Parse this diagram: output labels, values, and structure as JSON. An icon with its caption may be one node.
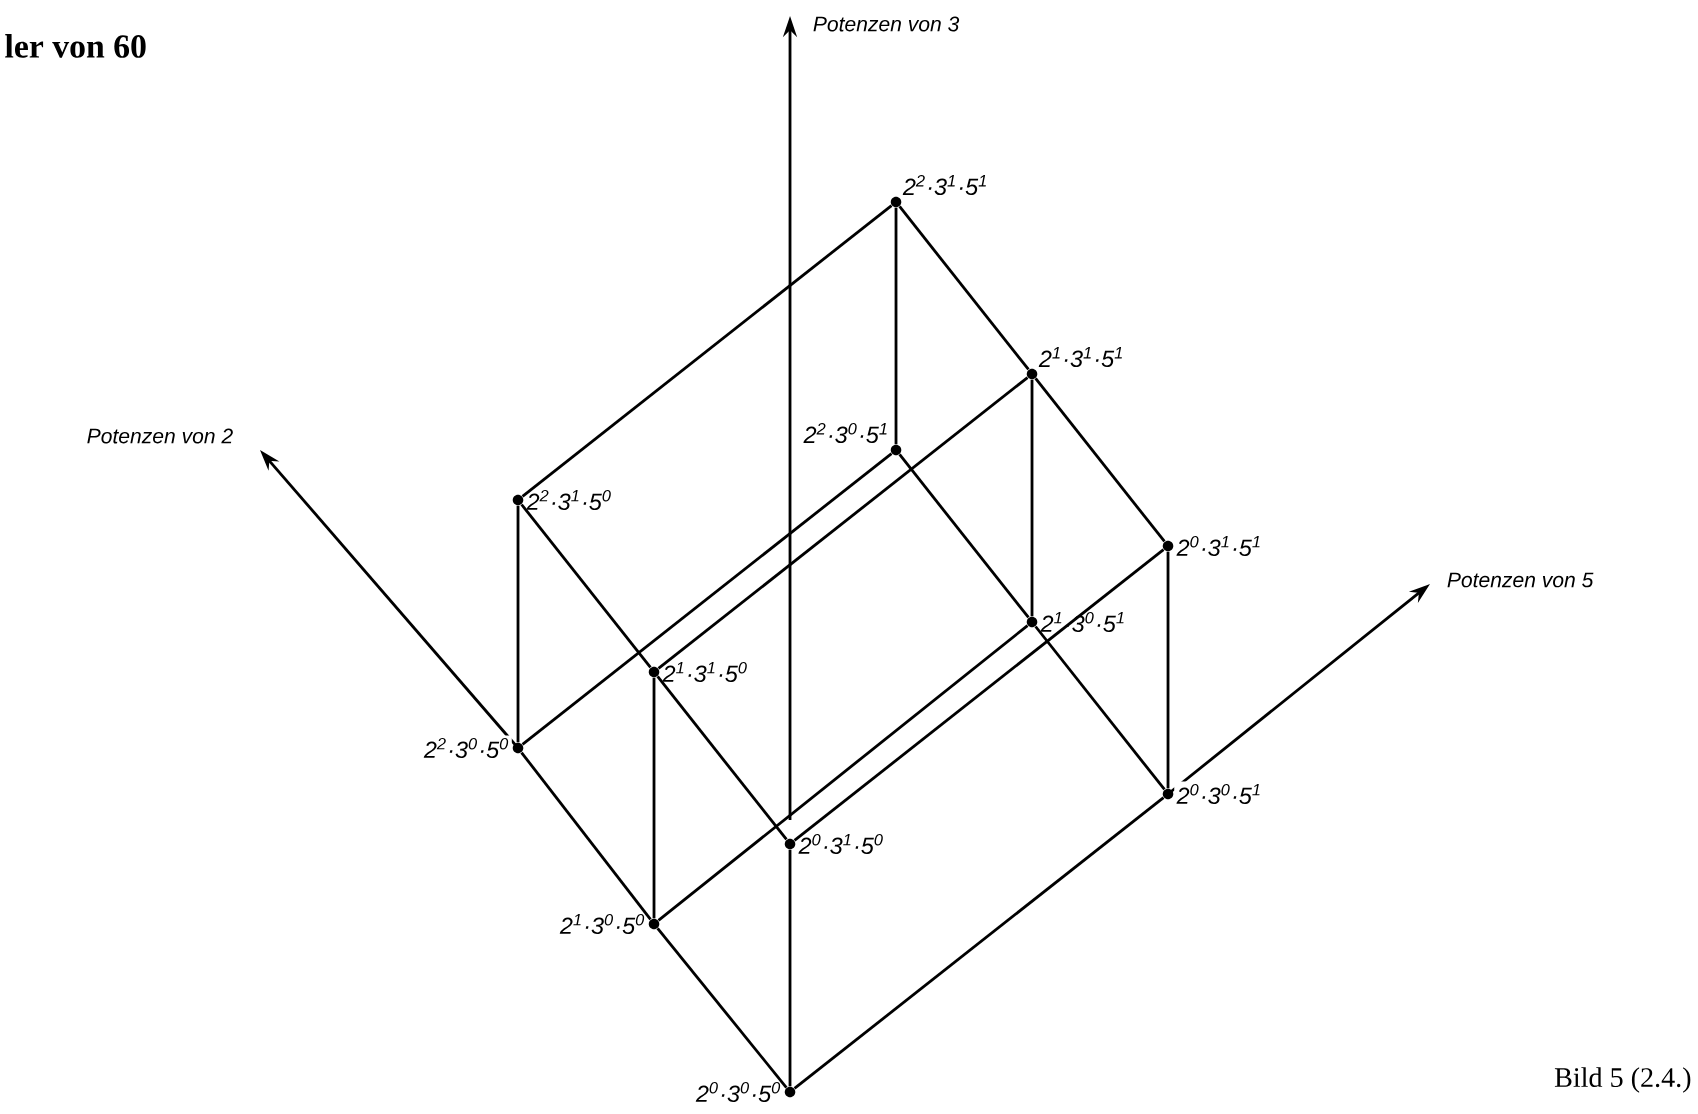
{
  "diagram": {
    "title": "ler von 60",
    "caption": "Bild 5 (2.4.)",
    "nodes": [
      {
        "text": [
          "2$^{2}$·3$^{1}$·5$^{1}$"
        ]
      },
      {
        "text": [
          "2$^{1}$·3$^{1}$·5$^{1}$"
        ]
      },
      {
        "text": [
          "2$^{2}$·3$^{1}$·5$^{0}$"
        ]
      },
      {
        "text": [
          "2$^{2}$·3$^{0}$·5$^{1}$"
        ]
      },
      {
        "text": [
          "2$^{0}$·3$^{1}$·5$^{1}$"
        ]
      },
      {
        "text": [
          "2$^{1}$·3$^{0}$·5$^{1}$"
        ]
      },
      {
        "text": [
          "2$^{1}$·3$^{1}$·5$^{0}$"
        ]
      },
      {
        "text": [
          "2$^{2}$·3$^{0}$·5$^{0}$"
        ]
      },
      {
        "text": [
          "2$^{0}$·3$^{0}$·5$^{1}$"
        ]
      },
      {
        "text": [
          "2$^{0}$·3$^{1}$·5$^{0}$"
        ]
      },
      {
        "text": [
          "2$^{1}$·3$^{0}$·5$^{0}$"
        ]
      },
      {
        "text": [
          "2$^{0}$·3$^{0}$·5$^{0}$"
        ]
      }
    ],
    "edges": [
      {
        "from": 0,
        "to": 1,
        "arrow": "none"
      },
      {
        "from": 1,
        "to": 4,
        "arrow": "none"
      },
      {
        "from": 2,
        "to": 6,
        "arrow": "none"
      },
      {
        "from": 6,
        "to": 9,
        "arrow": "none"
      },
      {
        "from": 3,
        "to": 5,
        "arrow": "none"
      },
      {
        "from": 5,
        "to": 8,
        "arrow": "none"
      },
      {
        "from": 7,
        "to": 10,
        "arrow": "none"
      },
      {
        "from": 10,
        "to": 11,
        "arrow": "none"
      },
      {
        "from": 0,
        "to": 3,
        "arrow": "none"
      },
      {
        "from": 1,
        "to": 5,
        "arrow": "none"
      },
      {
        "from": 4,
        "to": 8,
        "arrow": "none"
      },
      {
        "from": 2,
        "to": 7,
        "arrow": "none"
      },
      {
        "from": 6,
        "to": 10,
        "arrow": "none"
      },
      {
        "from": 9,
        "to": 11,
        "arrow": "none"
      },
      {
        "from": 0,
        "to": 2,
        "arrow": "none"
      },
      {
        "from": 1,
        "to": 6,
        "arrow": "none"
      },
      {
        "from": 4,
        "to": 9,
        "arrow": "none"
      },
      {
        "from": 3,
        "to": 7,
        "arrow": "none"
      },
      {
        "from": 5,
        "to": 10,
        "arrow": "none"
      },
      {
        "from": 8,
        "to": 11,
        "arrow": "none"
      }
    ],
    "labels": [
      "Potenzen von 3",
      "Potenzen von 2",
      "Potenzen von 5"
    ]
  }
}
